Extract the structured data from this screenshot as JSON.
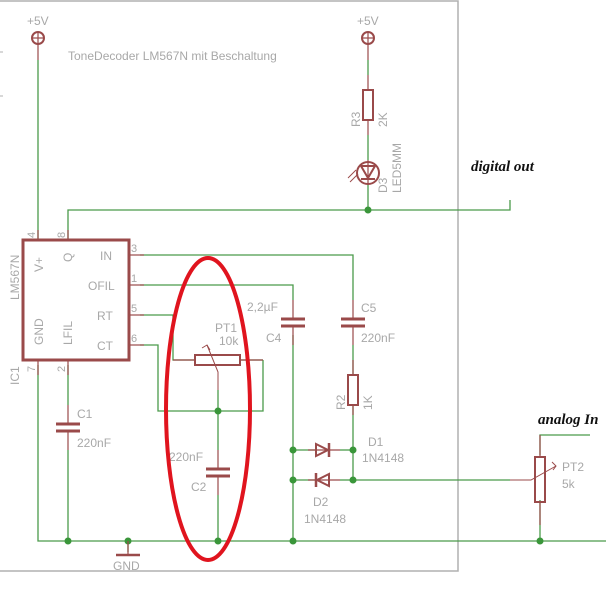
{
  "title": "ToneDecoder LM567N mit Beschaltung",
  "annotations": {
    "digital_out": "digital out",
    "analog_in": "analog In"
  },
  "supplies": [
    {
      "label": "+5V"
    },
    {
      "label": "+5V"
    }
  ],
  "ground": {
    "label": "GND"
  },
  "ic": {
    "ref": "IC1",
    "value": "LM567N",
    "pins": {
      "vplus": {
        "name": "V+",
        "number": "4"
      },
      "q": {
        "name": "Q",
        "number": "8"
      },
      "in": {
        "name": "IN",
        "number": "3"
      },
      "ofil": {
        "name": "OFIL",
        "number": "1"
      },
      "rt": {
        "name": "RT",
        "number": "5"
      },
      "ct": {
        "name": "CT",
        "number": "6"
      },
      "gnd": {
        "name": "GND",
        "number": "7"
      },
      "lfil": {
        "name": "LFIL",
        "number": "2"
      }
    }
  },
  "components": {
    "R3": {
      "ref": "R3",
      "value": "2K"
    },
    "D3": {
      "ref": "D3",
      "value": "LED5MM"
    },
    "C1": {
      "ref": "C1",
      "value": "220nF"
    },
    "C2": {
      "ref": "C2",
      "value": "220nF"
    },
    "C4": {
      "ref": "C4",
      "value": "2,2µF"
    },
    "C5": {
      "ref": "C5",
      "value": "220nF"
    },
    "R2": {
      "ref": "R2",
      "value": "1K"
    },
    "PT1": {
      "ref": "PT1",
      "value": "10k"
    },
    "PT2": {
      "ref": "PT2",
      "value": "5k"
    },
    "D1": {
      "ref": "D1",
      "value": "1N4148"
    },
    "D2": {
      "ref": "D2",
      "value": "1N4148"
    }
  },
  "colors": {
    "wire": "#4a9a4a",
    "part": "#9a4a4a",
    "highlight": "#e0141e",
    "label": "#a8a8a8"
  }
}
